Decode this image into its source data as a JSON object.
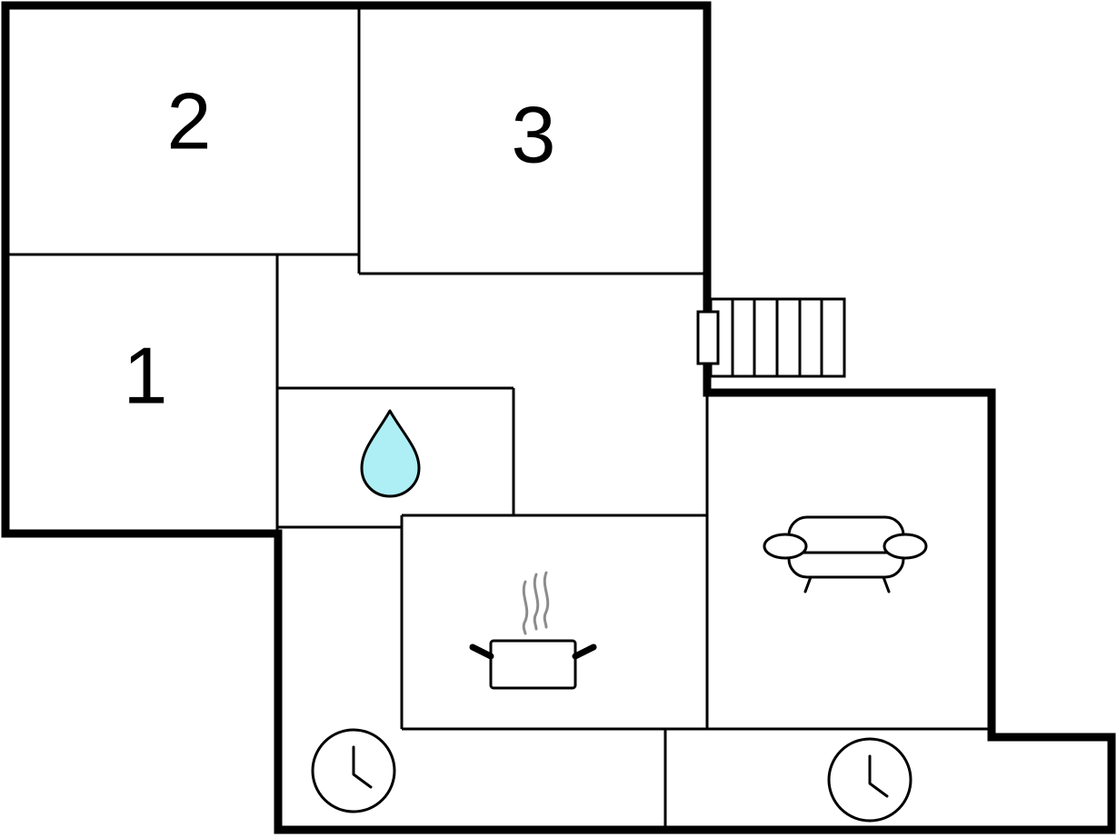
{
  "floor_plan": {
    "rooms": [
      {
        "id": "room-2",
        "label": "2"
      },
      {
        "id": "room-3",
        "label": "3"
      },
      {
        "id": "room-1",
        "label": "1"
      }
    ],
    "icons": {
      "bathroom": "water-drop-icon",
      "kitchen": "cooking-pot-icon",
      "living_room": "sofa-icon",
      "utility_left": "clock-icon",
      "utility_right": "clock-icon",
      "entrance": "staircase-icon"
    },
    "colors": {
      "wall": "#000000",
      "background": "#ffffff",
      "water_drop": "#aeeef5",
      "steam": "#8c8c8c"
    }
  }
}
